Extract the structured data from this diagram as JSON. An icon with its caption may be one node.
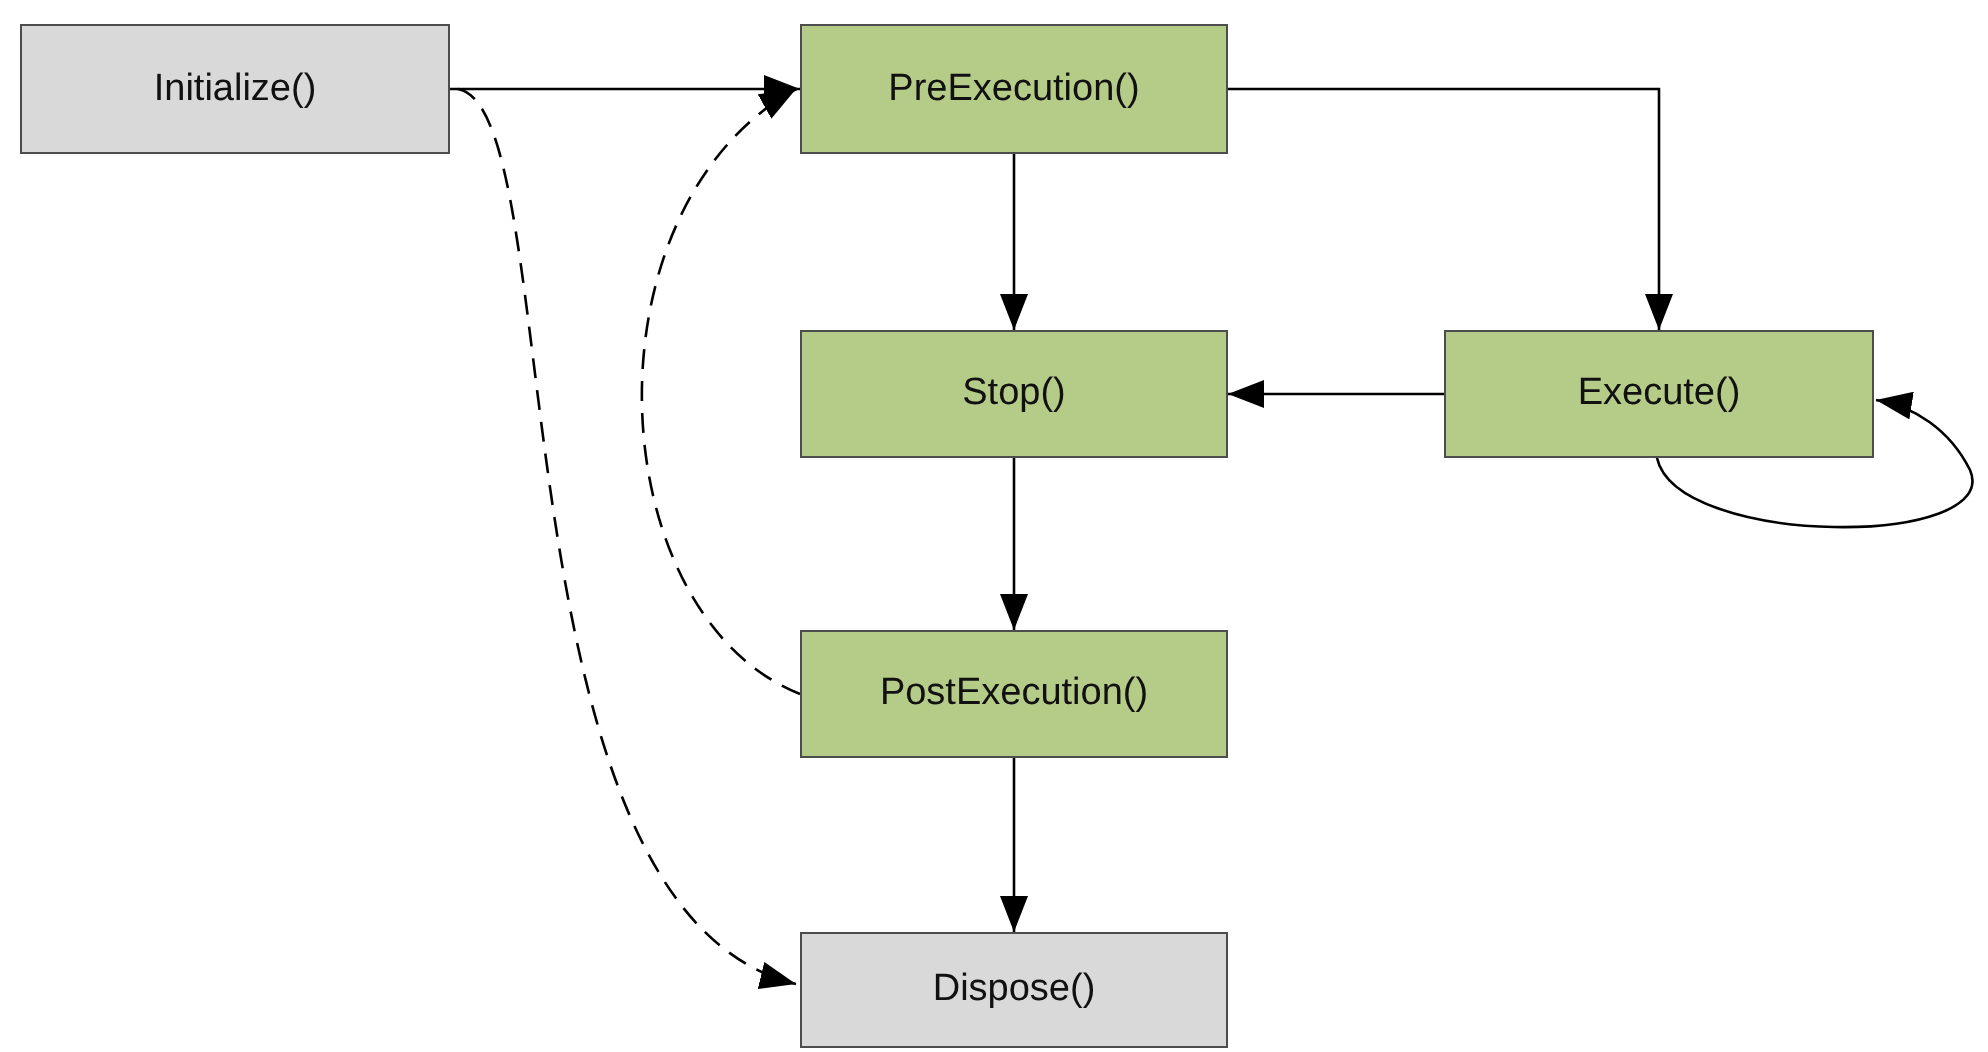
{
  "diagram": {
    "nodes": [
      {
        "text": [
          "Initialize()"
        ]
      },
      {
        "text": [
          "PreExecution()"
        ]
      },
      {
        "text": [
          "Stop()"
        ]
      },
      {
        "text": [
          "Execute()"
        ]
      },
      {
        "text": [
          "PostExecution()"
        ]
      },
      {
        "text": [
          "Dispose()"
        ]
      }
    ],
    "edges": [
      {
        "from": 0,
        "to": 1,
        "arrow": "to"
      },
      {
        "from": 1,
        "to": 2,
        "arrow": "to"
      },
      {
        "from": 1,
        "to": 3,
        "arrow": "to"
      },
      {
        "from": 3,
        "to": 2,
        "arrow": "to"
      },
      {
        "from": 3,
        "to": 3,
        "arrow": "to"
      },
      {
        "from": 2,
        "to": 4,
        "arrow": "to"
      },
      {
        "from": 4,
        "to": 5,
        "arrow": "to"
      },
      {
        "from": 4,
        "to": 1,
        "arrow": "to",
        "style": "dashed"
      },
      {
        "from": 0,
        "to": 5,
        "arrow": "to",
        "style": "dashed"
      }
    ]
  }
}
